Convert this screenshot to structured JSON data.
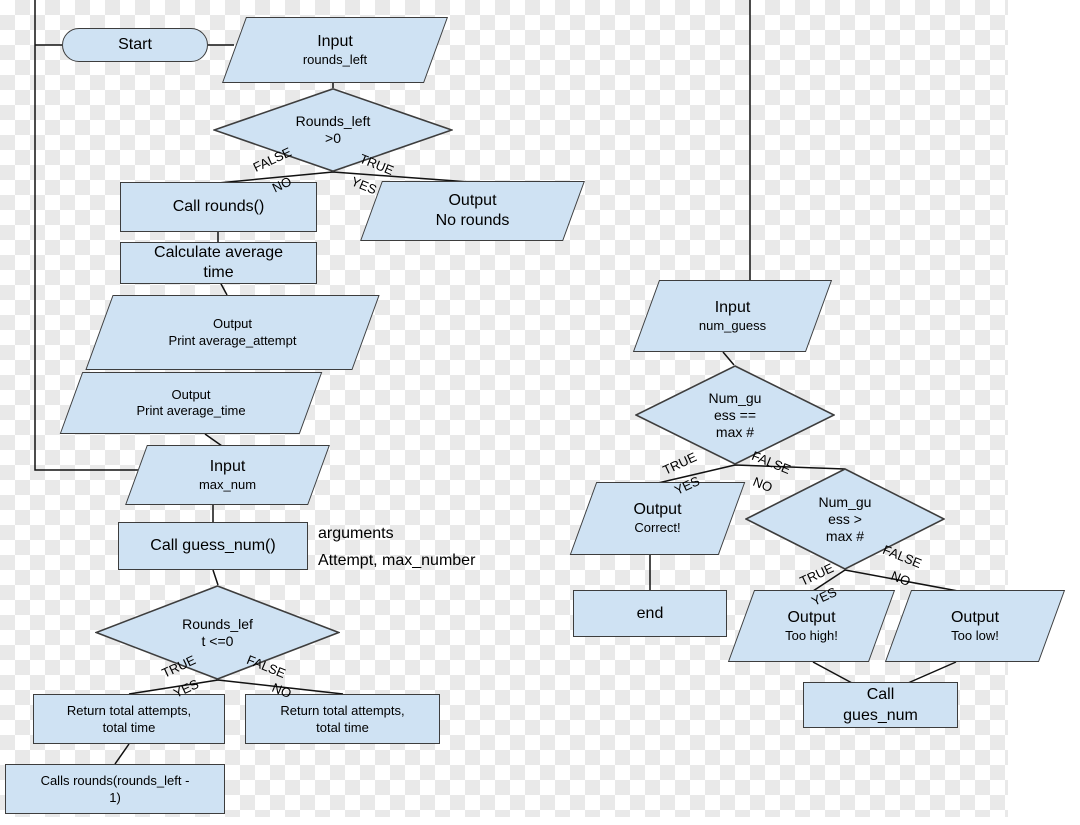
{
  "diagram": {
    "colors": {
      "shape_fill": "#cfe2f3",
      "shape_stroke": "#3d3d3d",
      "connector": "#111111",
      "checker": "#e9e9e9"
    },
    "nodes": {
      "start": {
        "label": "Start"
      },
      "input_rounds_left": {
        "title": "Input",
        "subtitle": "rounds_left"
      },
      "decision_rounds_gt0": {
        "lines": [
          "Rounds_left",
          ">0"
        ]
      },
      "call_rounds": {
        "label": "Call rounds()"
      },
      "output_no_rounds": {
        "title": "Output",
        "subtitle": "No rounds"
      },
      "calc_average_time": {
        "lines": [
          "Calculate average",
          "time"
        ]
      },
      "output_print_average_attempt": {
        "title": "Output",
        "subtitle": "Print average_attempt"
      },
      "output_print_average_time": {
        "title": "Output",
        "subtitle": "Print average_time"
      },
      "input_max_num": {
        "title": "Input",
        "subtitle": "max_num"
      },
      "call_guess_num": {
        "label": "Call guess_num()"
      },
      "annotation_arguments": {
        "lines": [
          "arguments",
          "Attempt, max_number"
        ]
      },
      "decision_rounds_left_le0": {
        "lines": [
          "Rounds_lef",
          "t <=0"
        ]
      },
      "return_totals_left": {
        "lines": [
          "Return total attempts,",
          "total time"
        ]
      },
      "return_totals_right": {
        "lines": [
          "Return total attempts,",
          "total time"
        ]
      },
      "calls_rounds_recursive": {
        "lines": [
          "Calls rounds(rounds_left -",
          "1)"
        ]
      },
      "input_num_guess": {
        "title": "Input",
        "subtitle": "num_guess"
      },
      "decision_num_guess_eq": {
        "lines": [
          "Num_gu",
          "ess ==",
          "max #"
        ]
      },
      "output_correct": {
        "title": "Output",
        "subtitle": "Correct!"
      },
      "decision_num_guess_gt": {
        "lines": [
          "Num_gu",
          "ess >",
          "max #"
        ]
      },
      "end": {
        "label": "end"
      },
      "output_too_high": {
        "title": "Output",
        "subtitle": "Too high!"
      },
      "output_too_low": {
        "title": "Output",
        "subtitle": "Too low!"
      },
      "call_gues_num": {
        "lines": [
          "Call",
          "gues_num"
        ]
      }
    },
    "branch_labels": {
      "d1_left": [
        "FALSE",
        "NO"
      ],
      "d1_right": [
        "TRUE",
        "YES"
      ],
      "d2_left": [
        "TRUE",
        "YES"
      ],
      "d2_right": [
        "FALSE",
        "NO"
      ],
      "d3_left": [
        "TRUE",
        "YES"
      ],
      "d3_right": [
        "FALSE",
        "NO"
      ],
      "d4_left": [
        "TRUE",
        "YES"
      ],
      "d4_right": [
        "FALSE",
        "NO"
      ]
    }
  }
}
